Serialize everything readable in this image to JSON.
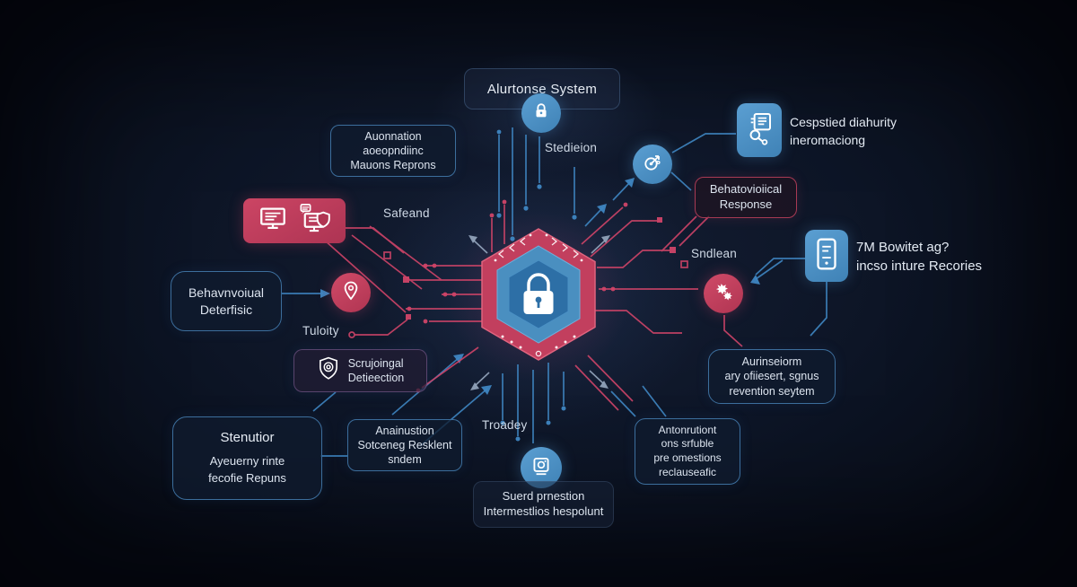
{
  "diagram": {
    "title_box": "Alurtonse System",
    "floating_labels": {
      "stedieion": "Stedieion",
      "safeand": "Safeand",
      "tuloity": "Tuloity",
      "troadey": "Troadey",
      "sndlean": "Sndlean"
    },
    "boxes": {
      "automation_reports": {
        "lines": [
          "Auonnation",
          "aoeopndiinc",
          "Mauons Reprons"
        ]
      },
      "behavioral_response": {
        "lines": [
          "Behatovioiical",
          "Response"
        ]
      },
      "detected_security": {
        "lines": [
          "Cespstied diahurity",
          "ineromaciong"
        ]
      },
      "bowitet_records": {
        "lines": [
          "7M Bowitet ag?",
          "incso inture Recories"
        ]
      },
      "behavioral_detection": {
        "lines": [
          "Behavnvoiual",
          "Deterfisic"
        ]
      },
      "signal_detection": {
        "lines": [
          "Scrujoingal",
          "Detieection"
        ]
      },
      "intrusion_prevention": {
        "lines": [
          "Aurinseiorm",
          "ary ofiiesert, sgnus",
          "revention seytem"
        ]
      },
      "security_reports": {
        "title": "Stenutior",
        "lines": [
          "Ayeuerny rinte",
          "fecofie Repuns"
        ]
      },
      "screening_resident": {
        "lines": [
          "Anainustion",
          "Sotceneg Resklent",
          "sndem"
        ]
      },
      "automation_actions": {
        "lines": [
          "Antonrutiont",
          "ons srfuble",
          "pre omestions",
          "reclauseafic"
        ]
      },
      "alert_response": {
        "lines": [
          "Suerd prnestion",
          "Intermestlios hespolunt"
        ]
      }
    },
    "icons": {
      "center_hexagon": "lock-icon",
      "top_circle": "lock-icon",
      "target_circle": "target-dart-icon",
      "pin_circle": "location-pin-icon",
      "malware_circle": "malware-bug-icon",
      "camera_circle": "webcam-icon",
      "detected_security": "document-search-icon",
      "bowitet_records": "document-report-icon",
      "red_panel": [
        "monitor-icon",
        "monitor-chat-shield-icon"
      ],
      "signal_detection": "shield-scan-icon"
    },
    "colors": {
      "background": "#0a0f1c",
      "blue_line": "#3f86c2",
      "pink_line": "#cf4468",
      "icon_blue": "#4e93c8",
      "icon_red": "#c23f5e",
      "box_border_blue": "#3c6e9c",
      "box_border_red": "#a83a54",
      "hex_outer": "#c23f5e",
      "hex_mid": "#4a8fc0",
      "hex_inner": "#2d6fa6",
      "text": "#dde5ee"
    }
  }
}
